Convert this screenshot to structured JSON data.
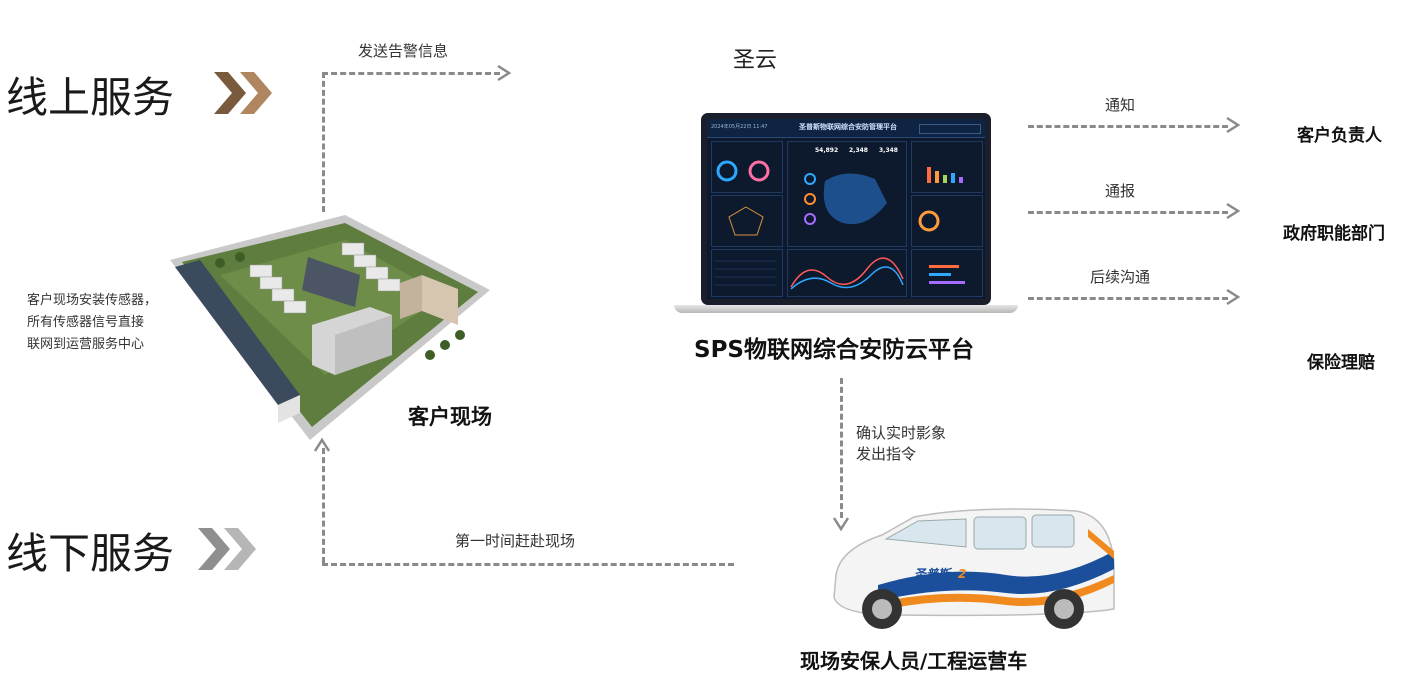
{
  "left": {
    "online_label": "线上服务",
    "offline_label": "线下服务",
    "site_note_1": "客户现场安装传感器，",
    "site_note_2": "所有传感器信号直接",
    "site_note_3": "联网到运营服务中心"
  },
  "flow": {
    "send_alarm": "发送告警信息",
    "rush_site": "第一时间赶赴现场",
    "confirm_1": "确认实时影象",
    "confirm_2": "发出指令",
    "notify": "通知",
    "report": "通报",
    "followup": "后续沟通"
  },
  "nodes": {
    "cloud_title": "圣云",
    "site_title": "客户现场",
    "platform_title": "SPS物联网综合安防云平台",
    "vehicle_title": "现场安保人员/工程运营车"
  },
  "targets": [
    "客户负责人",
    "政府职能部门",
    "保险理赔"
  ],
  "screen": {
    "header": "圣普斯物联网综合安防管理平台",
    "date": "2024年05月22日 11:47",
    "stat_1": "54,892",
    "stat_2": "2,348",
    "stat_3": "3,348"
  },
  "van": {
    "brand": "圣普斯",
    "num": "2"
  },
  "colors": {
    "chevron_dark": "#7a5a3c",
    "chevron_light": "#b08660",
    "chevron_gray": "#8f8f8f",
    "dash": "#8a8a8a"
  }
}
